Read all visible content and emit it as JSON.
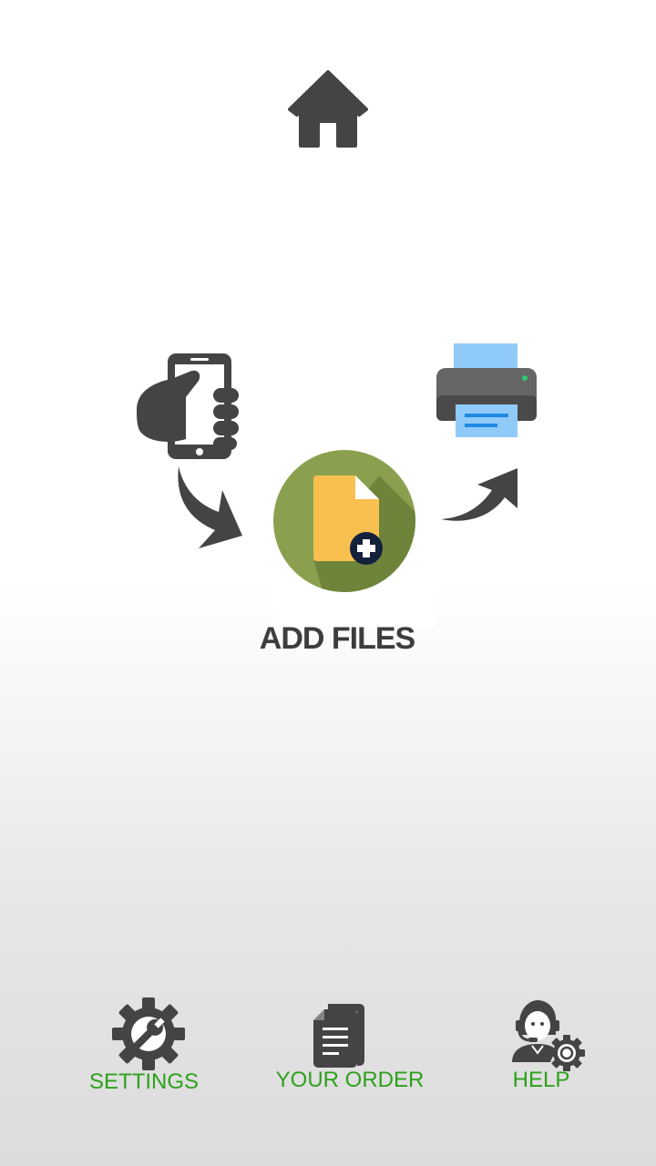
{
  "header": {
    "home_icon": "home-icon"
  },
  "workflow": {
    "phone_icon": "hand-holding-phone-icon",
    "printer_icon": "printer-icon",
    "add_files_icon": "add-file-icon",
    "add_files_label": "ADD FILES"
  },
  "bottom_nav": {
    "items": [
      {
        "label": "SETTINGS",
        "icon": "settings-gear-wrench-icon"
      },
      {
        "label": "YOUR ORDER",
        "icon": "documents-icon"
      },
      {
        "label": "HELP",
        "icon": "support-agent-icon"
      }
    ]
  },
  "colors": {
    "icon_dark": "#444444",
    "label_green": "#2ea01c",
    "add_files_circle": "#8ba04e",
    "file_yellow": "#f9c04f",
    "printer_paper": "#90caf9",
    "printer_lines": "#1e88e5",
    "plus_badge": "#14213d"
  }
}
